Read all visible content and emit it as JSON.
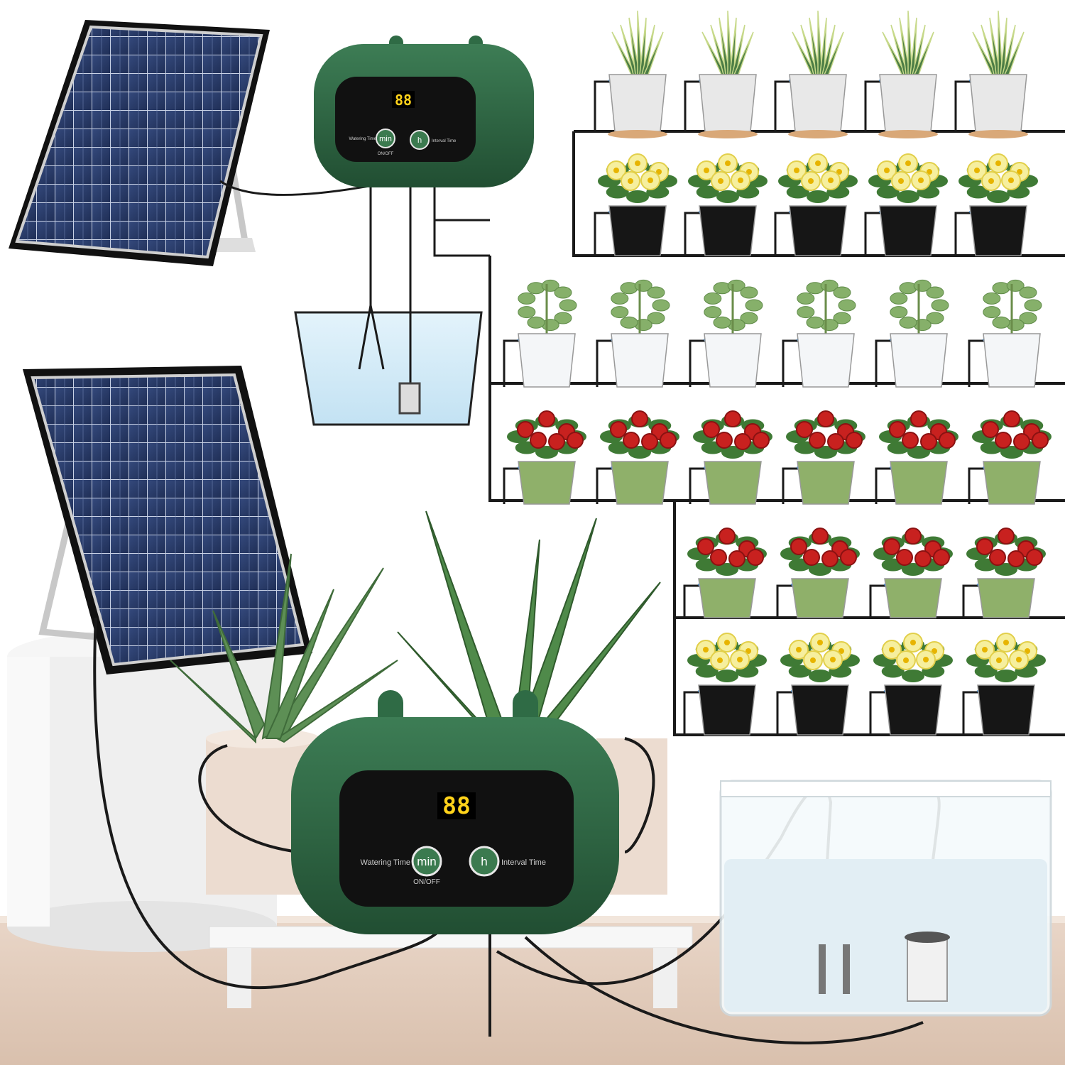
{
  "controller_small": {
    "display": "88",
    "watering_label": "Watering Time",
    "min_button": "min",
    "onoff_label": "ON/OFF",
    "h_button": "h",
    "interval_label": "Interval Time"
  },
  "controller_large": {
    "display": "88",
    "watering_label": "Watering Time",
    "min_button": "min",
    "onoff_label": "ON/OFF",
    "h_button": "h",
    "interval_label": "Interval Time"
  },
  "colors": {
    "controller_body": "#2f6b45",
    "controller_face": "#111111",
    "display_digits": "#ffd21a",
    "solar_cells": "#2c3f6e",
    "tubing": "#1a1a1a",
    "drip_nozzle": "#3f8fd8",
    "water": "#cfe9f7"
  },
  "shelf_rows": [
    {
      "plant": "snake-plant",
      "pot": "white-marble",
      "count": 5
    },
    {
      "plant": "yellow-flower",
      "pot": "black",
      "count": 5
    },
    {
      "plant": "succulent",
      "pot": "white",
      "count": 6
    },
    {
      "plant": "red-rose",
      "pot": "green",
      "count": 6
    },
    {
      "plant": "red-rose",
      "pot": "green",
      "count": 4
    },
    {
      "plant": "yellow-flower",
      "pot": "black",
      "count": 4
    }
  ]
}
